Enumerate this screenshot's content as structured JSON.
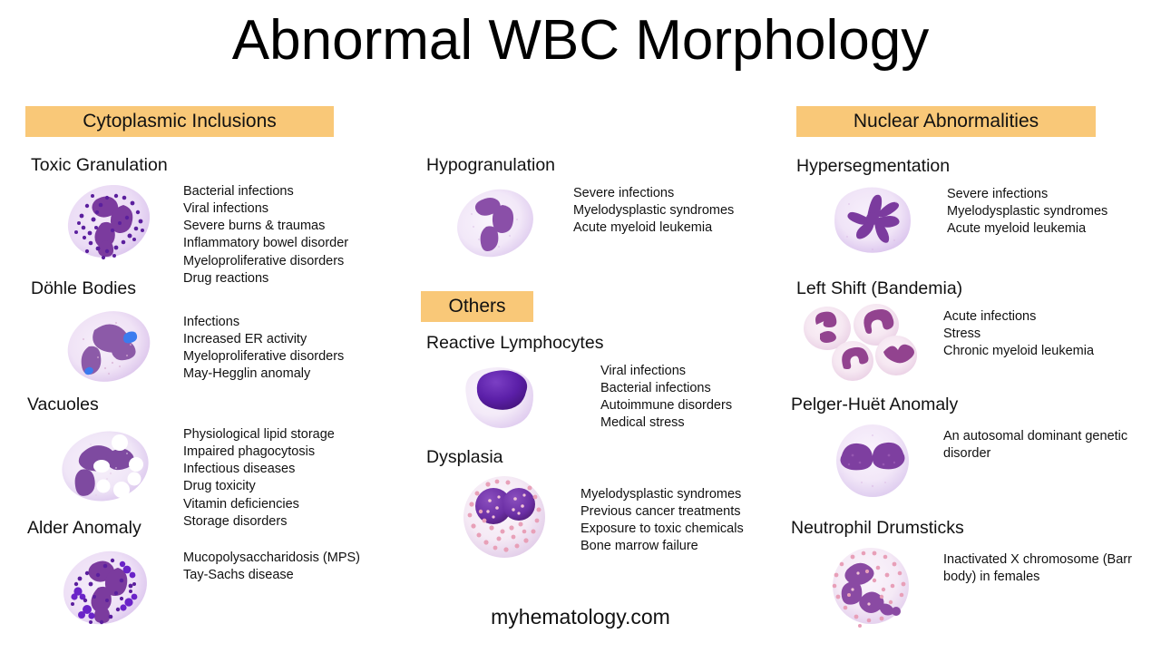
{
  "title": "Abnormal WBC Morphology",
  "footer": "myhematology.com",
  "colors": {
    "banner_bg": "#F9C878",
    "text": "#111111",
    "nucleus_purple": "#7B3F98",
    "cytoplasm_lavender": "#EADCF2",
    "granule_pink": "#E79BB4",
    "dohle_blue": "#3B7BEF"
  },
  "sections": {
    "cytoplasmic": {
      "banner": "Cytoplasmic Inclusions",
      "entries": [
        {
          "title": "Toxic Granulation",
          "cell": "toxic-granulation-cell",
          "causes": [
            "Bacterial infections",
            "Viral infections",
            "Severe burns & traumas",
            "Inflammatory bowel disorder",
            "Myeloproliferative disorders",
            "Drug reactions"
          ]
        },
        {
          "title": "Döhle Bodies",
          "cell": "dohle-bodies-cell",
          "causes": [
            "Infections",
            "Increased ER activity",
            "Myeloproliferative disorders",
            "May-Hegglin anomaly"
          ]
        },
        {
          "title": "Vacuoles",
          "cell": "vacuoles-cell",
          "causes": [
            "Physiological lipid storage",
            "Impaired phagocytosis",
            "Infectious diseases",
            "Drug toxicity",
            "Vitamin deficiencies",
            "Storage disorders"
          ]
        },
        {
          "title": "Alder Anomaly",
          "cell": "alder-anomaly-cell",
          "causes": [
            "Mucopolysaccharidosis (MPS)",
            "Tay-Sachs disease"
          ]
        }
      ]
    },
    "middle": {
      "hypogranulation": {
        "title": "Hypogranulation",
        "cell": "hypogranulation-cell",
        "causes": [
          "Severe infections",
          "Myelodysplastic syndromes",
          "Acute myeloid leukemia"
        ]
      },
      "banner": "Others",
      "entries": [
        {
          "title": "Reactive Lymphocytes",
          "cell": "reactive-lymphocyte-cell",
          "causes": [
            "Viral infections",
            "Bacterial infections",
            "Autoimmune disorders",
            "Medical stress"
          ]
        },
        {
          "title": "Dysplasia",
          "cell": "dysplasia-cell",
          "causes": [
            "Myelodysplastic syndromes",
            "Previous cancer treatments",
            "Exposure to toxic chemicals",
            "Bone marrow failure"
          ]
        }
      ]
    },
    "nuclear": {
      "banner": "Nuclear Abnormalities",
      "entries": [
        {
          "title": "Hypersegmentation",
          "cell": "hypersegmentation-cell",
          "causes": [
            "Severe infections",
            "Myelodysplastic syndromes",
            "Acute myeloid leukemia"
          ]
        },
        {
          "title": "Left Shift (Bandemia)",
          "cell": "left-shift-cells",
          "causes": [
            "Acute infections",
            "Stress",
            "Chronic myeloid leukemia"
          ]
        },
        {
          "title": "Pelger-Huët Anomaly",
          "cell": "pelger-huet-cell",
          "causes": [
            "An autosomal dominant genetic disorder"
          ]
        },
        {
          "title": "Neutrophil Drumsticks",
          "cell": "neutrophil-drumstick-cell",
          "causes": [
            "Inactivated X chromosome (Barr body) in females"
          ]
        }
      ]
    }
  }
}
